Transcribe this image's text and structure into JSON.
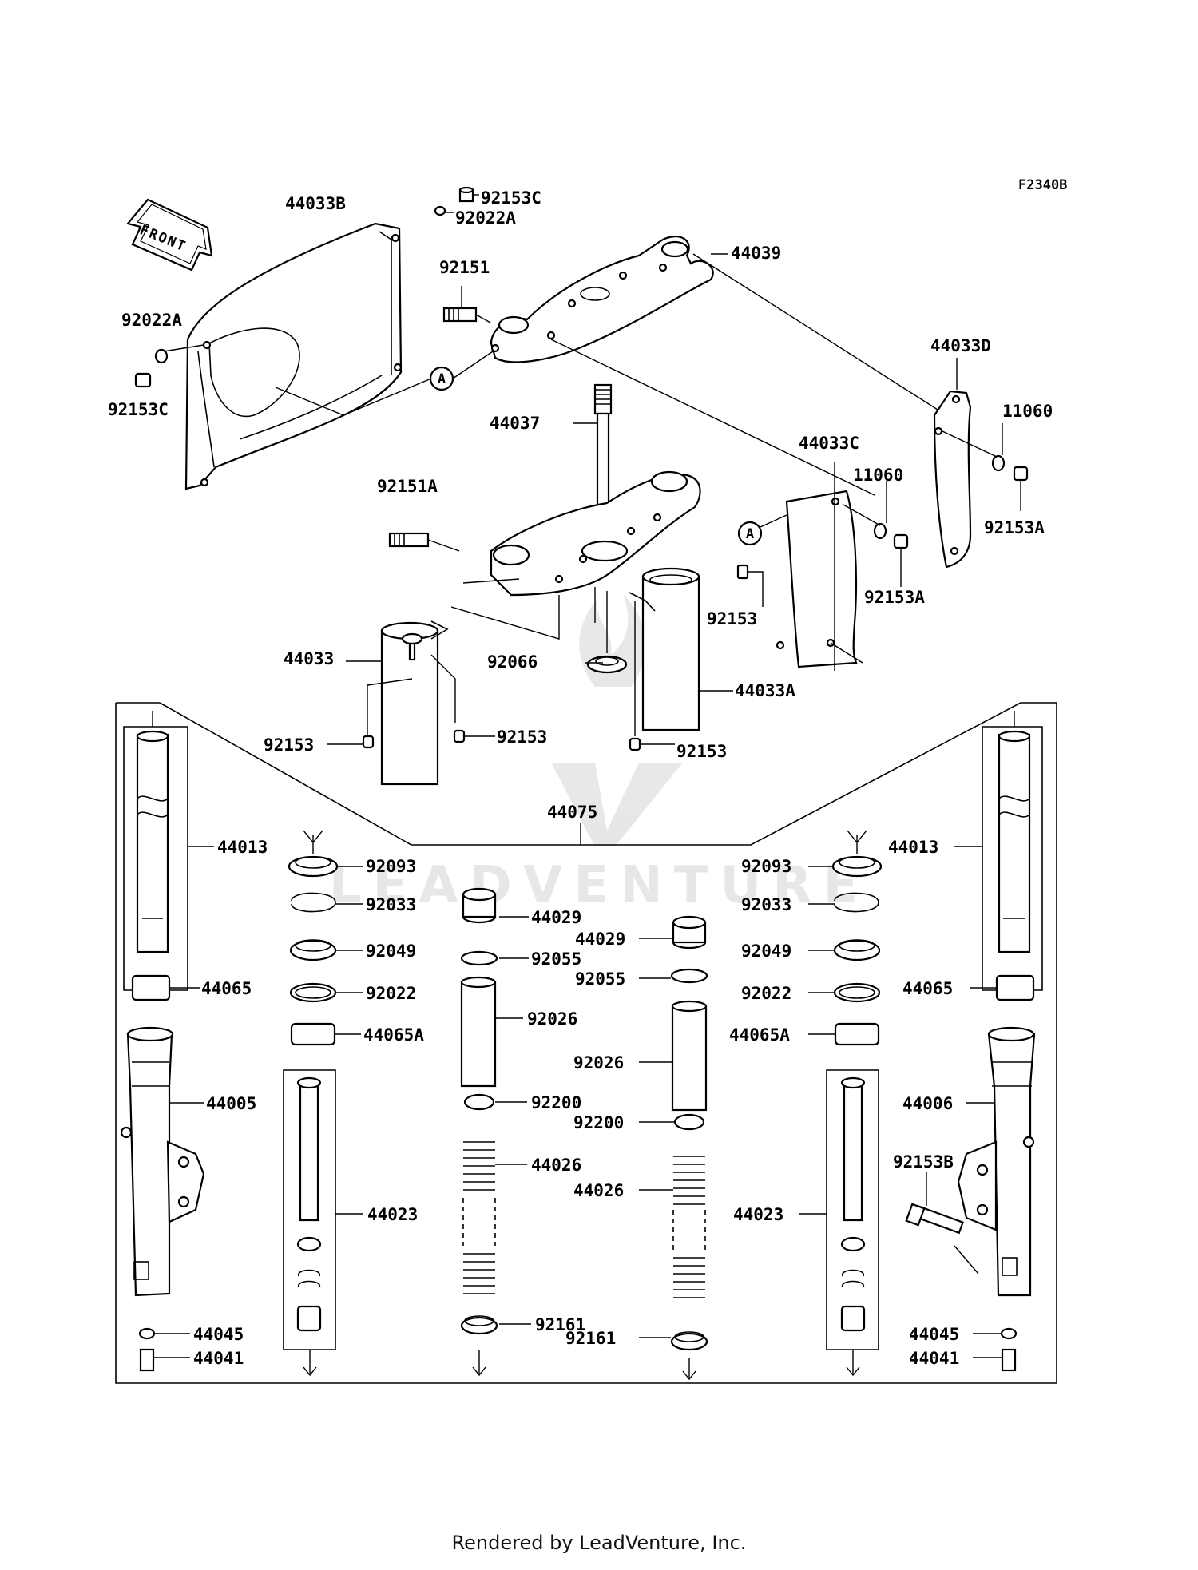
{
  "diagram": {
    "code": "F2340B",
    "direction_label": "FRONT",
    "reference_mark": "A",
    "watermark": "LEADVENTURE",
    "footer": "Rendered by LeadVenture, Inc."
  },
  "parts": {
    "p_44033B": "44033B",
    "p_92153C_top": "92153C",
    "p_92022A_top": "92022A",
    "p_44039": "44039",
    "p_92151": "92151",
    "p_92022A_left": "92022A",
    "p_92153C_left": "92153C",
    "p_44033D": "44033D",
    "p_11060_right": "11060",
    "p_92153A_right": "92153A",
    "p_44037": "44037",
    "p_44033C": "44033C",
    "p_11060_mid": "11060",
    "p_92153A_mid": "92153A",
    "p_92151A": "92151A",
    "p_92153_stem": "92153",
    "p_44033": "44033",
    "p_92066": "92066",
    "p_44033A": "44033A",
    "p_92153_a": "92153",
    "p_92153_b": "92153",
    "p_92153_c": "92153",
    "p_44075": "44075",
    "p_44013_l": "44013",
    "p_44013_r": "44013",
    "p_92093_l": "92093",
    "p_92093_r": "92093",
    "p_92033_l": "92033",
    "p_92033_r": "92033",
    "p_44029_l": "44029",
    "p_44029_r": "44029",
    "p_92049_l": "92049",
    "p_92049_r": "92049",
    "p_92055_l": "92055",
    "p_92055_r": "92055",
    "p_44065_l": "44065",
    "p_44065_r": "44065",
    "p_92022_l": "92022",
    "p_92022_r": "92022",
    "p_92026_l": "92026",
    "p_92026_r": "92026",
    "p_44065A_l": "44065A",
    "p_44065A_r": "44065A",
    "p_44005": "44005",
    "p_44006": "44006",
    "p_92200_l": "92200",
    "p_92200_r": "92200",
    "p_44026_l": "44026",
    "p_44026_r": "44026",
    "p_92153B": "92153B",
    "p_44023_l": "44023",
    "p_44023_r": "44023",
    "p_92161_l": "92161",
    "p_92161_r": "92161",
    "p_44045_l": "44045",
    "p_44045_r": "44045",
    "p_44041_l": "44041",
    "p_44041_r": "44041"
  }
}
